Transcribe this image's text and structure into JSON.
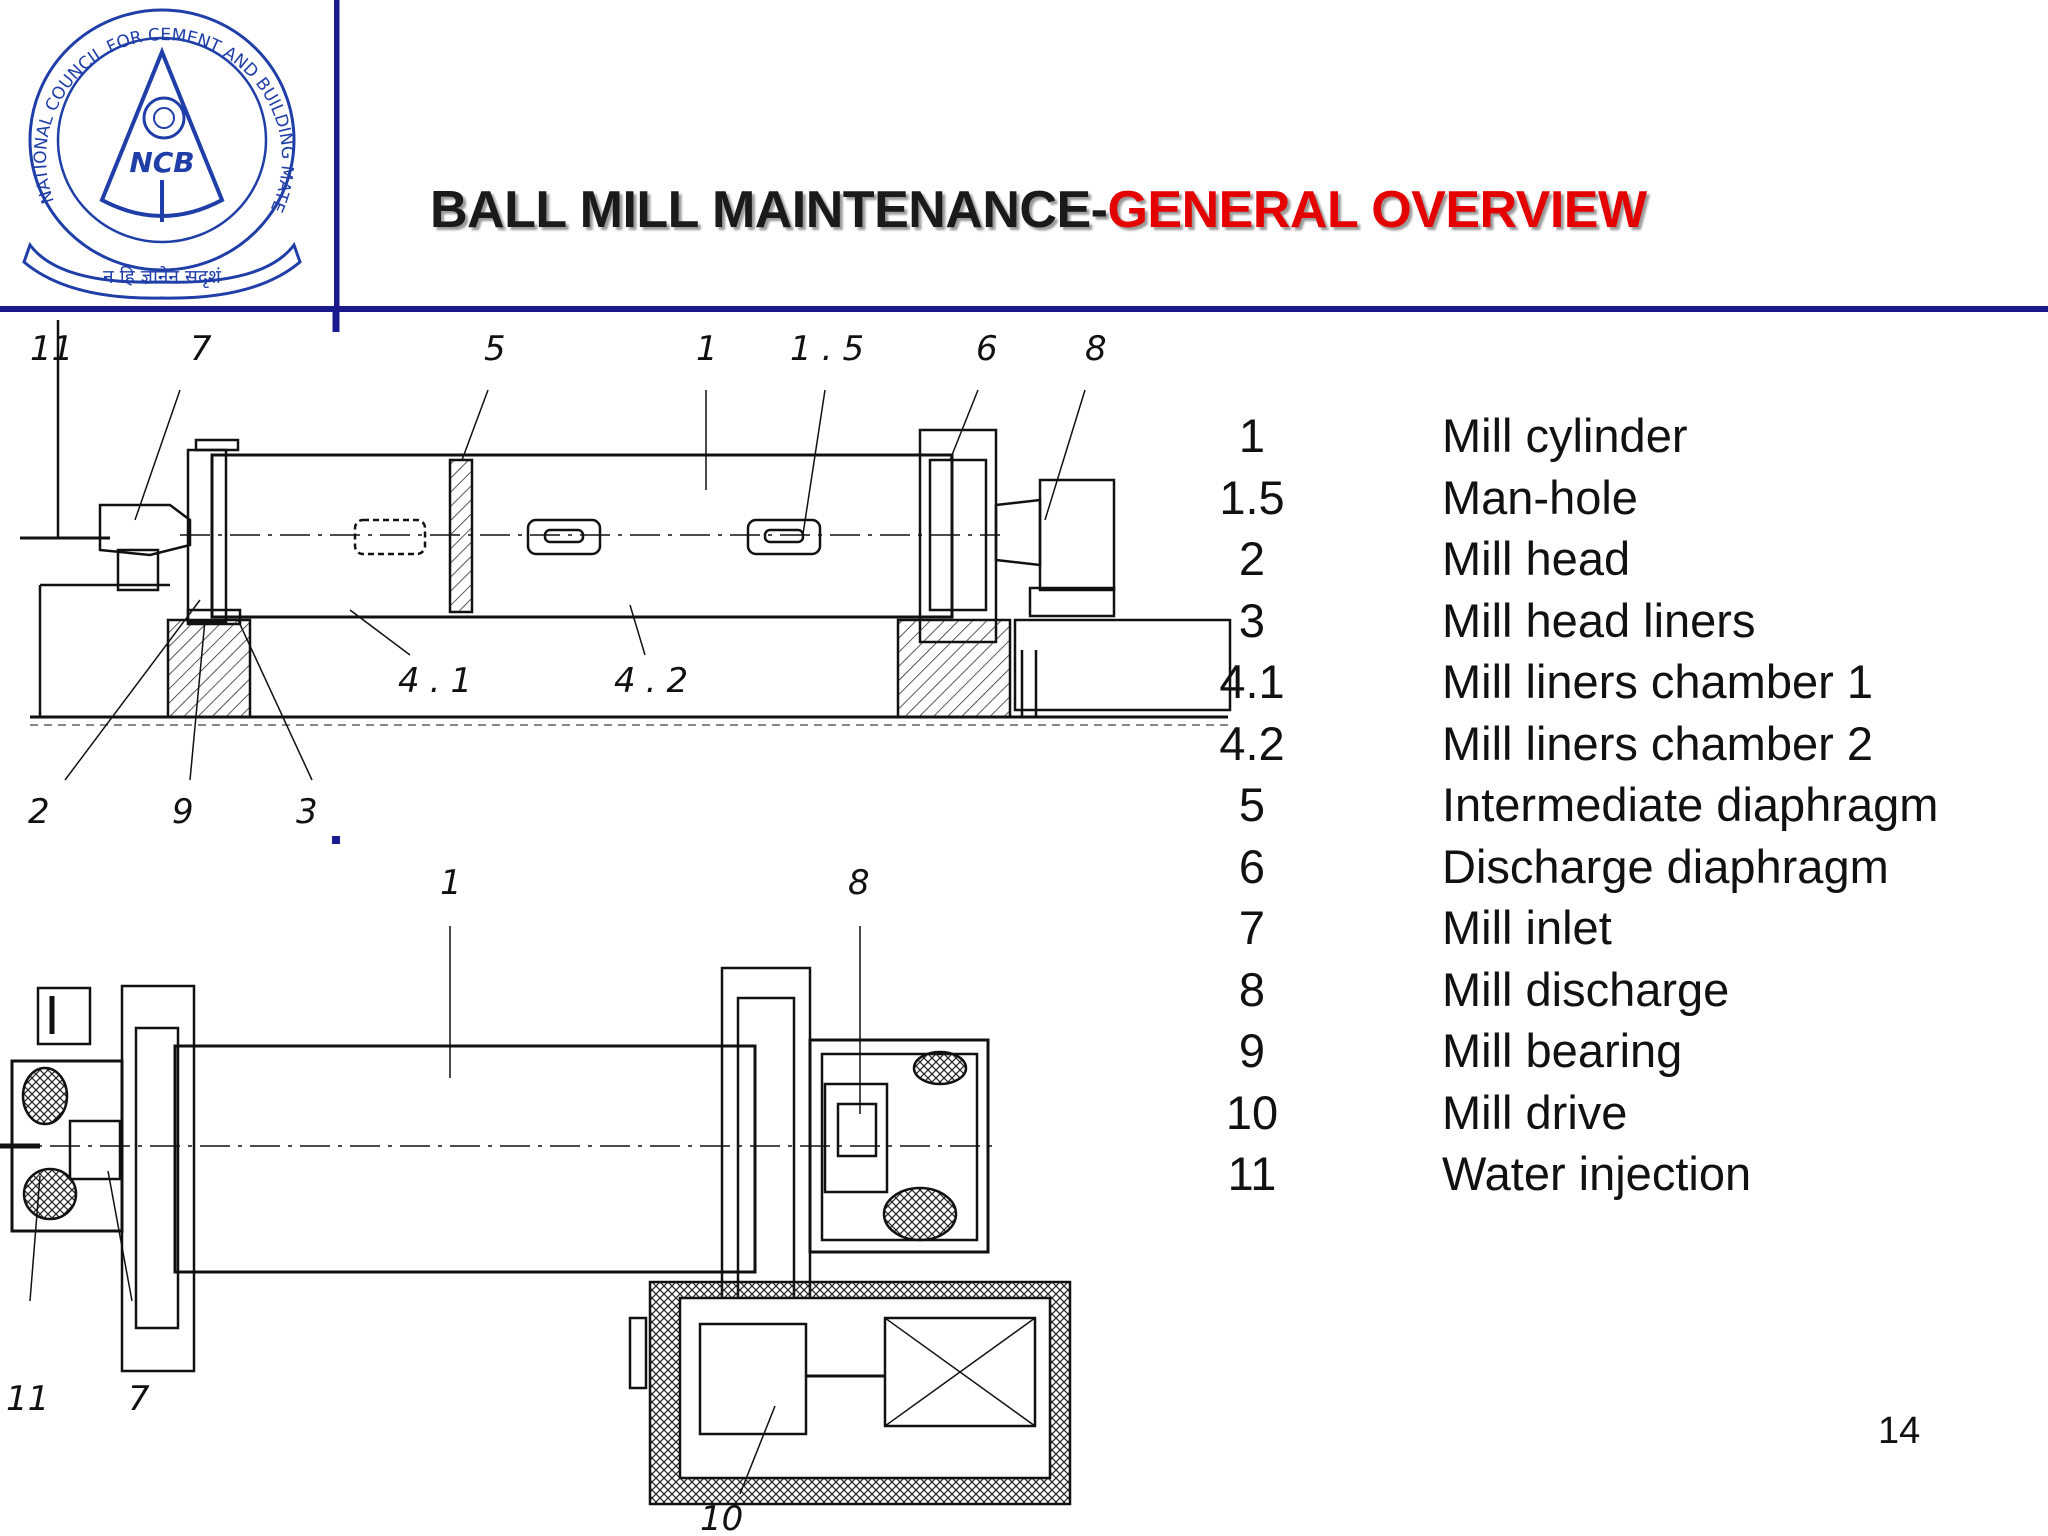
{
  "logo": {
    "abbreviation": "NCB",
    "ring_text": "NATIONAL COUNCIL FOR CEMENT AND BUILDING MATERIALS",
    "motto": "न हि ज्ञानेन सदृशं"
  },
  "title": {
    "part1": "BALL MILL MAINTENANCE-",
    "part2": "GENERAL OVERVIEW"
  },
  "top_drawing_labels": {
    "top": [
      "11",
      "7",
      "5",
      "1",
      "1.5",
      "6",
      "8"
    ],
    "middle": [
      "4.1",
      "4.2"
    ],
    "bottom": [
      "2",
      "9",
      "3"
    ]
  },
  "plan_drawing_labels": {
    "top": [
      "1",
      "8"
    ],
    "bottom": [
      "11",
      "7",
      "10"
    ]
  },
  "legend": [
    {
      "num": "1",
      "label": "Mill cylinder"
    },
    {
      "num": "1.5",
      "label": "Man-hole"
    },
    {
      "num": "2",
      "label": "Mill head"
    },
    {
      "num": "3",
      "label": "Mill head liners"
    },
    {
      "num": "4.1",
      "label": "Mill liners chamber 1"
    },
    {
      "num": "4.2",
      "label": "Mill liners chamber 2"
    },
    {
      "num": "5",
      "label": "Intermediate diaphragm"
    },
    {
      "num": "6",
      "label": "Discharge diaphragm"
    },
    {
      "num": "7",
      "label": "Mill inlet"
    },
    {
      "num": "8",
      "label": "Mill discharge"
    },
    {
      "num": "9",
      "label": "Mill bearing"
    },
    {
      "num": "10",
      "label": "Mill drive"
    },
    {
      "num": "11",
      "label": "Water injection"
    }
  ],
  "page_number": "14",
  "colors": {
    "frame_blue": "#1a1a8c",
    "title_red": "#e50000",
    "logo_blue": "#1f3ea8"
  }
}
